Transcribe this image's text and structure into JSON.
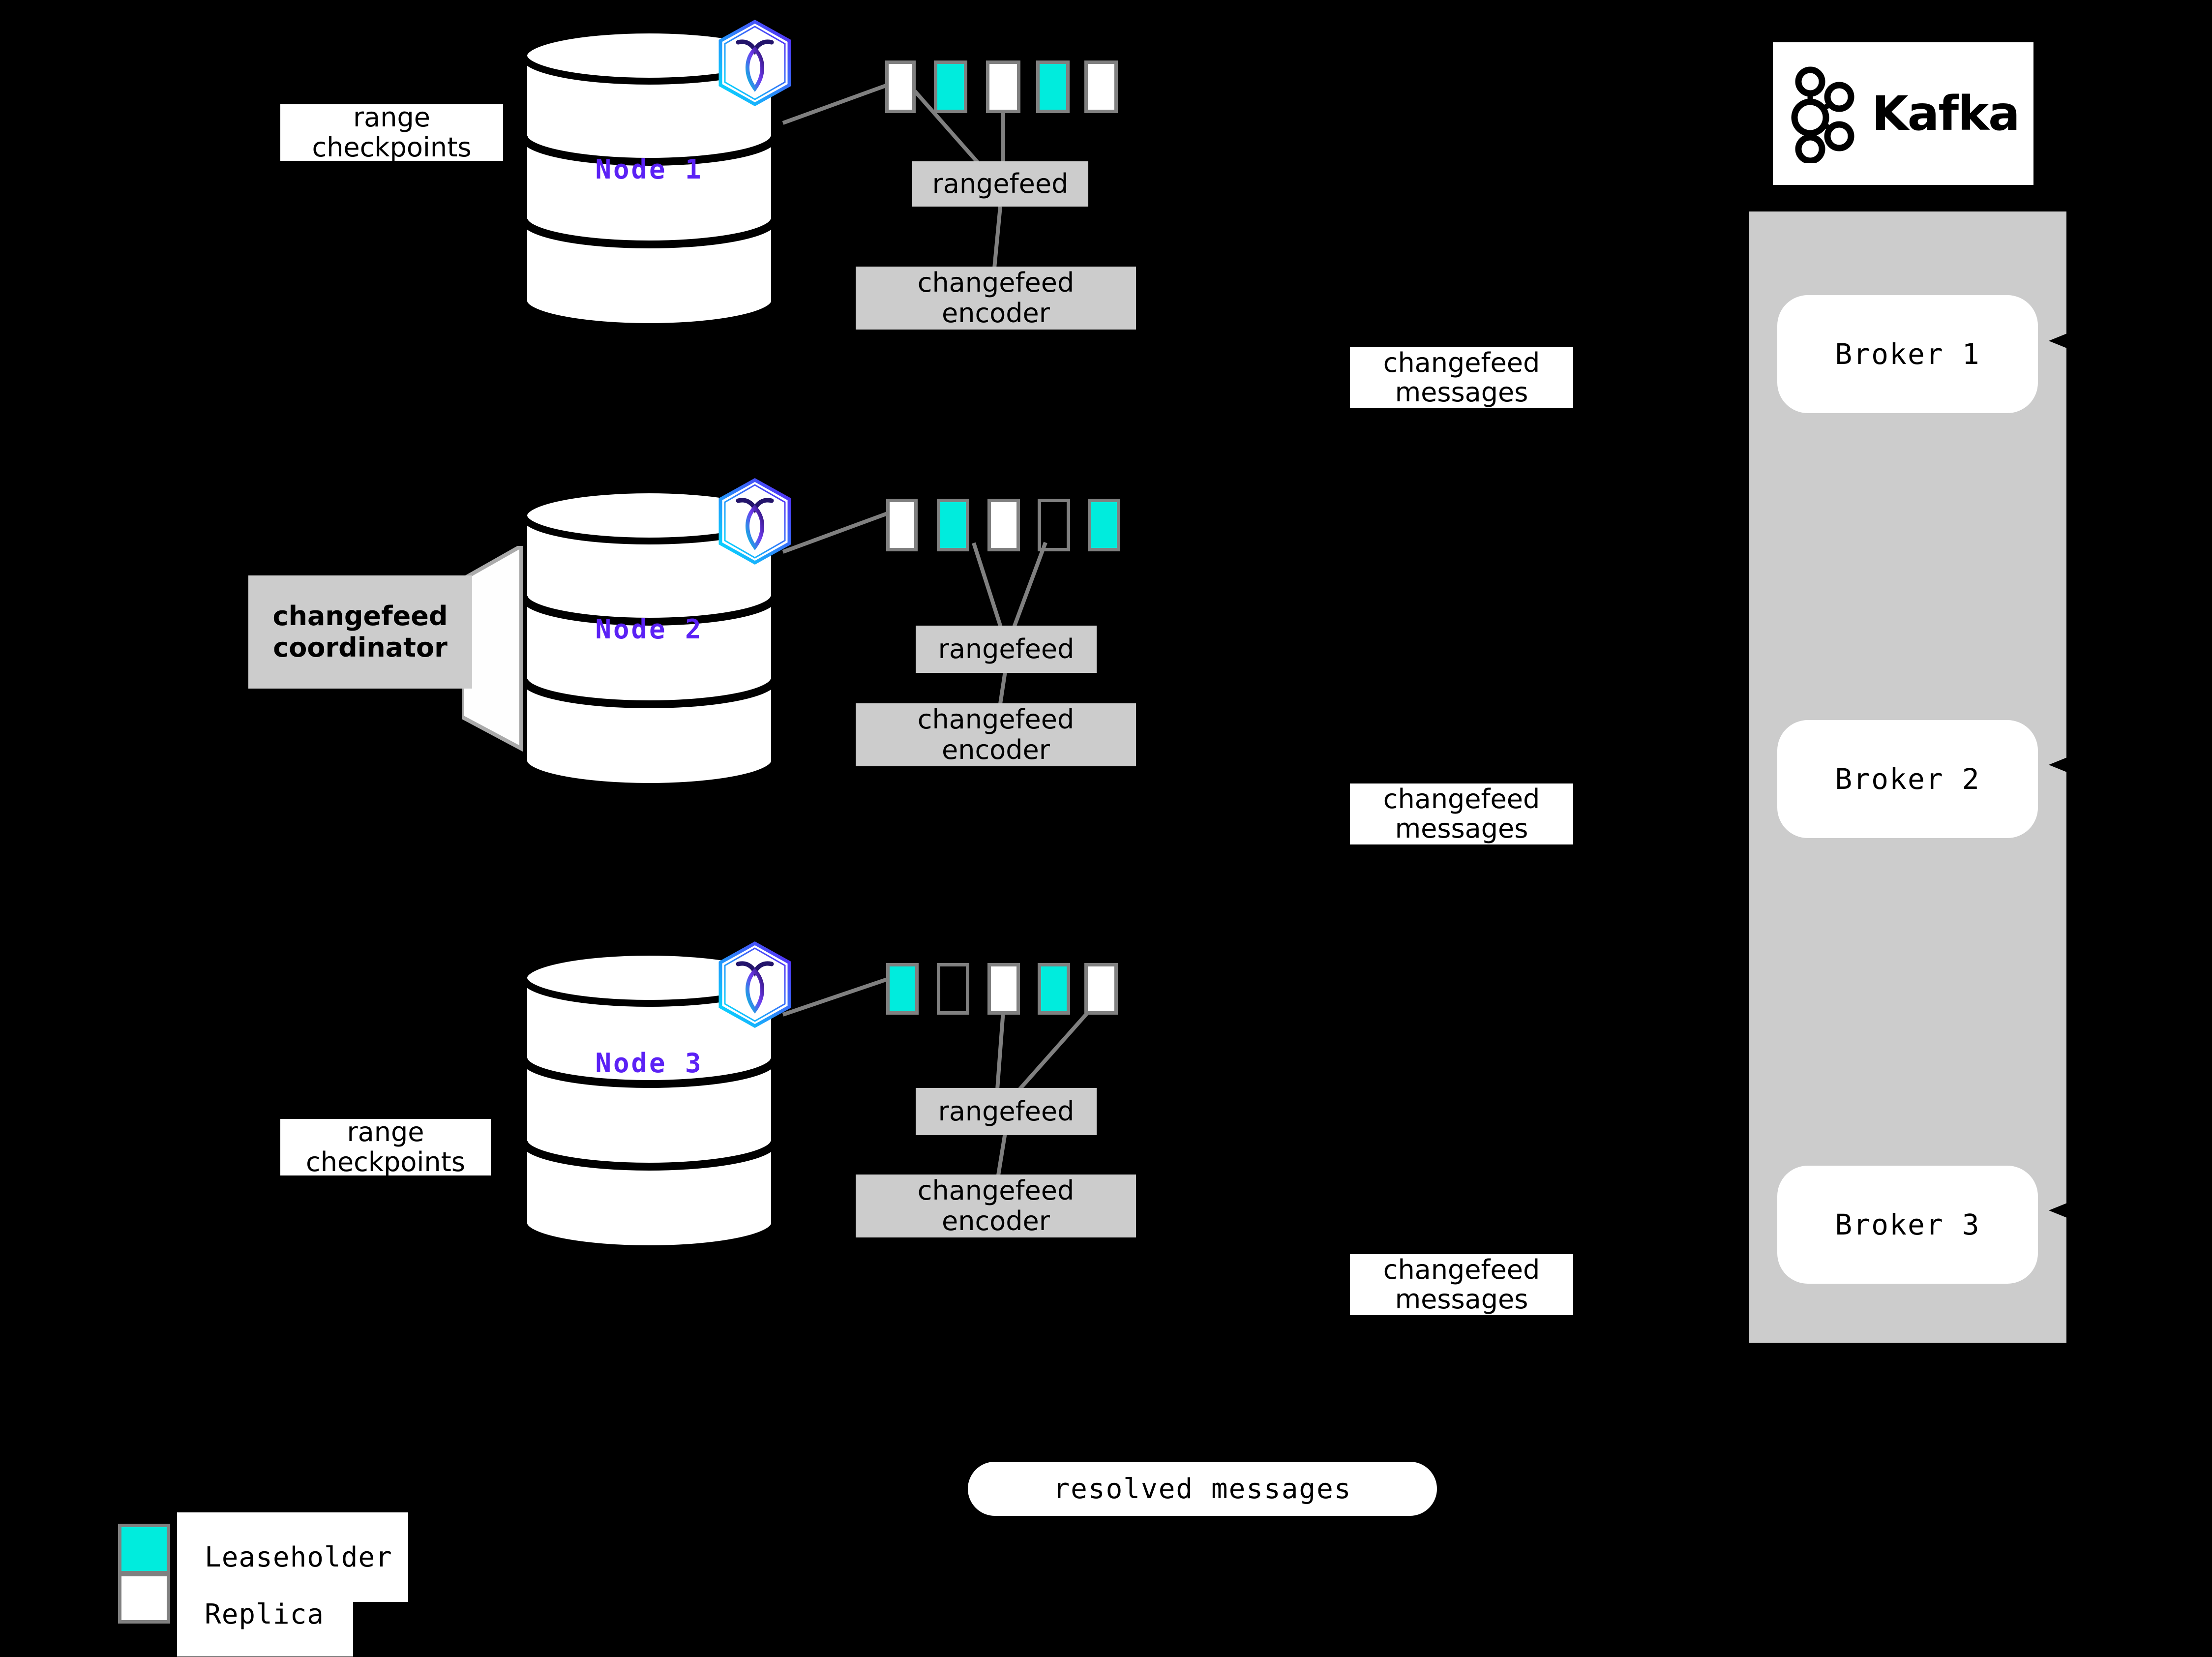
{
  "colors": {
    "background": "#000000",
    "leaseholder": "#00ecdd",
    "replica": "#ffffff",
    "cell_border": "#808080",
    "gray_box": "#cccccc",
    "node_label": "#5b21f5",
    "connector": "#808080"
  },
  "nodes": [
    {
      "label": "Node 1",
      "logo_icon": "cockroachdb-hex-icon",
      "checkpoint_label": "range\ncheckpoints",
      "has_checkpoint_label": true,
      "has_coordinator": false,
      "ranges": [
        "replica",
        "leaseholder",
        "replica",
        "leaseholder",
        "replica"
      ],
      "rangefeed_label": "rangefeed",
      "encoder_label": "changefeed\nencoder",
      "messages_label": "changefeed\nmessages"
    },
    {
      "label": "Node 2",
      "logo_icon": "cockroachdb-hex-icon",
      "checkpoint_label": "",
      "has_checkpoint_label": false,
      "has_coordinator": true,
      "coordinator_label": "changefeed\ncoordinator",
      "ranges": [
        "replica",
        "leaseholder",
        "replica",
        "none",
        "leaseholder"
      ],
      "rangefeed_label": "rangefeed",
      "encoder_label": "changefeed\nencoder",
      "messages_label": "changefeed\nmessages"
    },
    {
      "label": "Node 3",
      "logo_icon": "cockroachdb-hex-icon",
      "checkpoint_label": "range\ncheckpoints",
      "has_checkpoint_label": true,
      "has_coordinator": false,
      "ranges": [
        "leaseholder",
        "none",
        "replica",
        "leaseholder",
        "replica"
      ],
      "rangefeed_label": "rangefeed",
      "encoder_label": "changefeed\nencoder",
      "messages_label": "changefeed\nmessages"
    }
  ],
  "node_labels": {
    "n1": "Node 1",
    "n2": "Node 2",
    "n3": "Node 3"
  },
  "checkpoint_labels": {
    "n1_line1": "range",
    "n1_line2": "checkpoints",
    "n3_line1": "range",
    "n3_line2": "checkpoints"
  },
  "coordinator": {
    "line1": "changefeed",
    "line2": "coordinator"
  },
  "rangefeed": {
    "label": "rangefeed"
  },
  "encoder": {
    "line1": "changefeed",
    "line2": "encoder"
  },
  "messages": {
    "line1": "changefeed",
    "line2": "messages"
  },
  "kafka": {
    "wordmark": "Kafka",
    "logo_icon": "kafka-graph-icon",
    "brokers": [
      "Broker 1",
      "Broker 2",
      "Broker 3"
    ],
    "broker1": "Broker 1",
    "broker2": "Broker 2",
    "broker3": "Broker 3"
  },
  "resolved": {
    "label": "resolved messages"
  },
  "legend": {
    "items": [
      {
        "swatch": "leaseholder",
        "label": "Leaseholder"
      },
      {
        "swatch": "replica",
        "label": "Replica"
      }
    ],
    "leaseholder_label": "Leaseholder",
    "replica_label": "Replica"
  }
}
